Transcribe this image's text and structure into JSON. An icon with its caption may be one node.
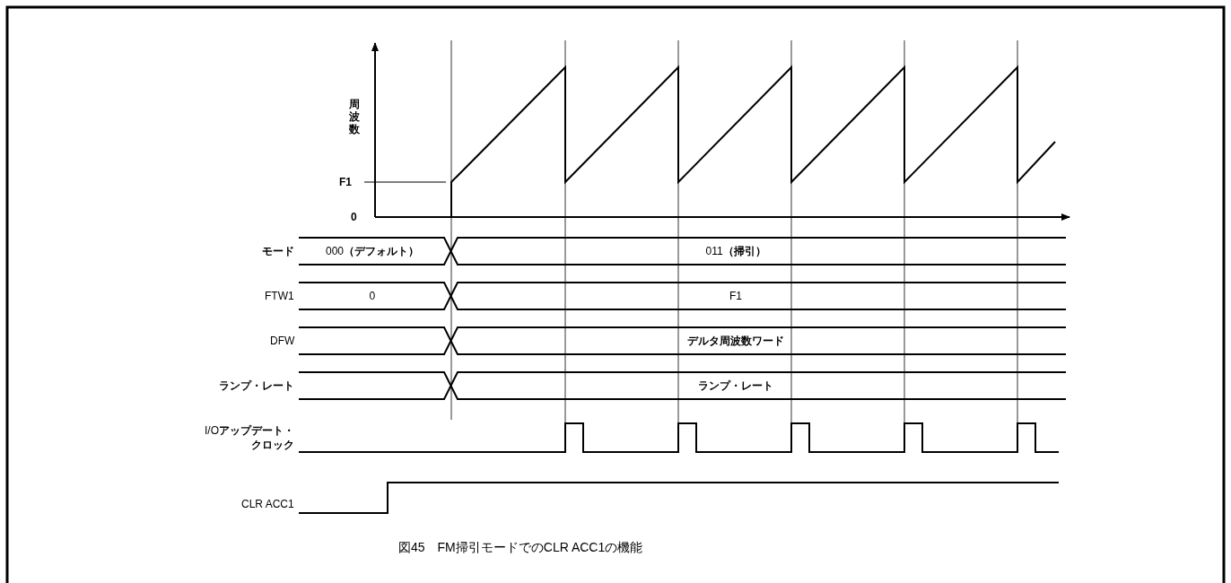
{
  "diagram": {
    "caption": "図45　FM掃引モードでのCLR ACC1の機能",
    "labels": [
      "周波数",
      "F1",
      "0",
      "モード",
      "000**（デフォルト）**",
      "011**（掃引）**",
      "FTW1",
      "0",
      "F1",
      "DFW",
      "デルタ周波数ワード",
      "ランプ・レート",
      "ランプ・レート",
      "I/O**アップデート・クロック**",
      "CLR ACC1"
    ]
  }
}
